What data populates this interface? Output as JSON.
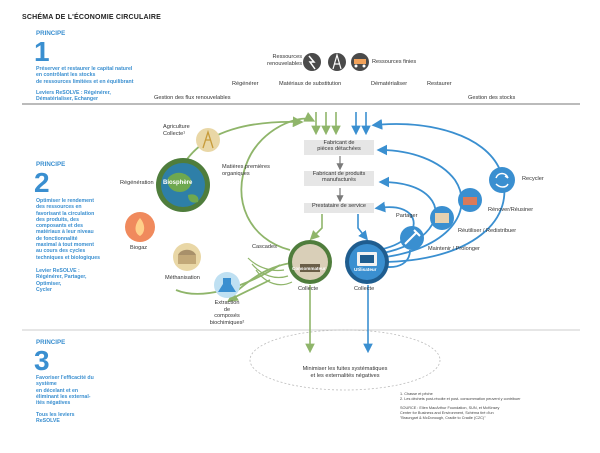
{
  "title": "SCHÉMA DE L'ÉCONOMIE CIRCULAIRE",
  "principles": [
    {
      "label": "PRINCIPE",
      "number": "1",
      "desc_lines": [
        "Préserver et restaurer le capital naturel",
        "en contrôlant les stocks",
        "de ressources limitées et en équilibrant"
      ],
      "levers_lines": [
        "Leviers ReSOLVE : Régénérer,",
        "Dématérialiser, Echanger"
      ]
    },
    {
      "label": "PRINCIPE",
      "number": "2",
      "desc_lines": [
        "Optimiser le rendement",
        "des ressources en",
        "favorisant la circulation",
        "des produits, des",
        "composants et des",
        "matériaux à leur niveau",
        "de fonctionnalité",
        "maximal à tout moment",
        "au cours des cycles",
        "techniques et biologiques"
      ],
      "levers_lines": [
        "Levier ReSOLVE :",
        "Régénérer, Partager,",
        "Optimiser,",
        "Cycler"
      ]
    },
    {
      "label": "PRINCIPE",
      "number": "3",
      "desc_lines": [
        "Favoriser l'efficacité du",
        "système",
        "en décelant et en",
        "éliminant les external-",
        "ités négatives"
      ],
      "levers_lines": [
        "Tous les leviers",
        "ReSOLVE"
      ]
    }
  ],
  "top": {
    "renewable": [
      "Ressources",
      "renouvelables"
    ],
    "finite": "Ressources finies",
    "regenerate": "Régénérer",
    "substitution": "Matériaux de substitution",
    "dematerialise": "Dématérialiser",
    "restore": "Restaurer",
    "flow_mgmt": "Gestion des flux renouvelables",
    "stock_mgmt": "Gestion des stocks"
  },
  "bio": {
    "agriculture": [
      "Agriculture",
      "Collecte¹"
    ],
    "raw_materials": [
      "Matières premières",
      "organiques"
    ],
    "regeneration": "Régénération",
    "biosphere": "Biosphère",
    "biogas": "Biogaz",
    "methanisation": "Méthanisation",
    "cascades": "Cascades",
    "extraction": [
      "Extraction",
      "de",
      "composés",
      "biochimiques²"
    ],
    "consumer": "Consommateur",
    "collect": "Collecte"
  },
  "center": {
    "parts": [
      "Fabricant de",
      "pièces détachées"
    ],
    "products": [
      "Fabricant de produits",
      "manufacturés"
    ],
    "service": "Prestataire de service"
  },
  "tech": {
    "recycle": "Recycler",
    "renovate": "Rénover/Réusiner",
    "reuse": "Réutiliser / Redistribuer",
    "maintain": "Maintenir / Prolonger",
    "share": "Partager",
    "user": "Utilisateur",
    "collect": "Collecte"
  },
  "bottom": [
    "Minimiser les fuites systématiques",
    "et les externalités négatives"
  ],
  "notes": [
    "1. Chasse et pêche",
    "2. Les déchets post-récolte et post- consommation peuvent y contribuer"
  ],
  "source": [
    "SOURCE : Ellen MacArthur Foundation, SUN, et McKinsey",
    "Center for Business and Environment, Schéma tiré d'un",
    "\"Braungart & McDonough, Cradle to Cradle (C2C)\""
  ],
  "colors": {
    "green": "#8fb56a",
    "dark_green": "#4f7d3c",
    "blue": "#3a8fd0",
    "dark_blue": "#1f5d8f",
    "gray_box": "#e6e6e6"
  }
}
